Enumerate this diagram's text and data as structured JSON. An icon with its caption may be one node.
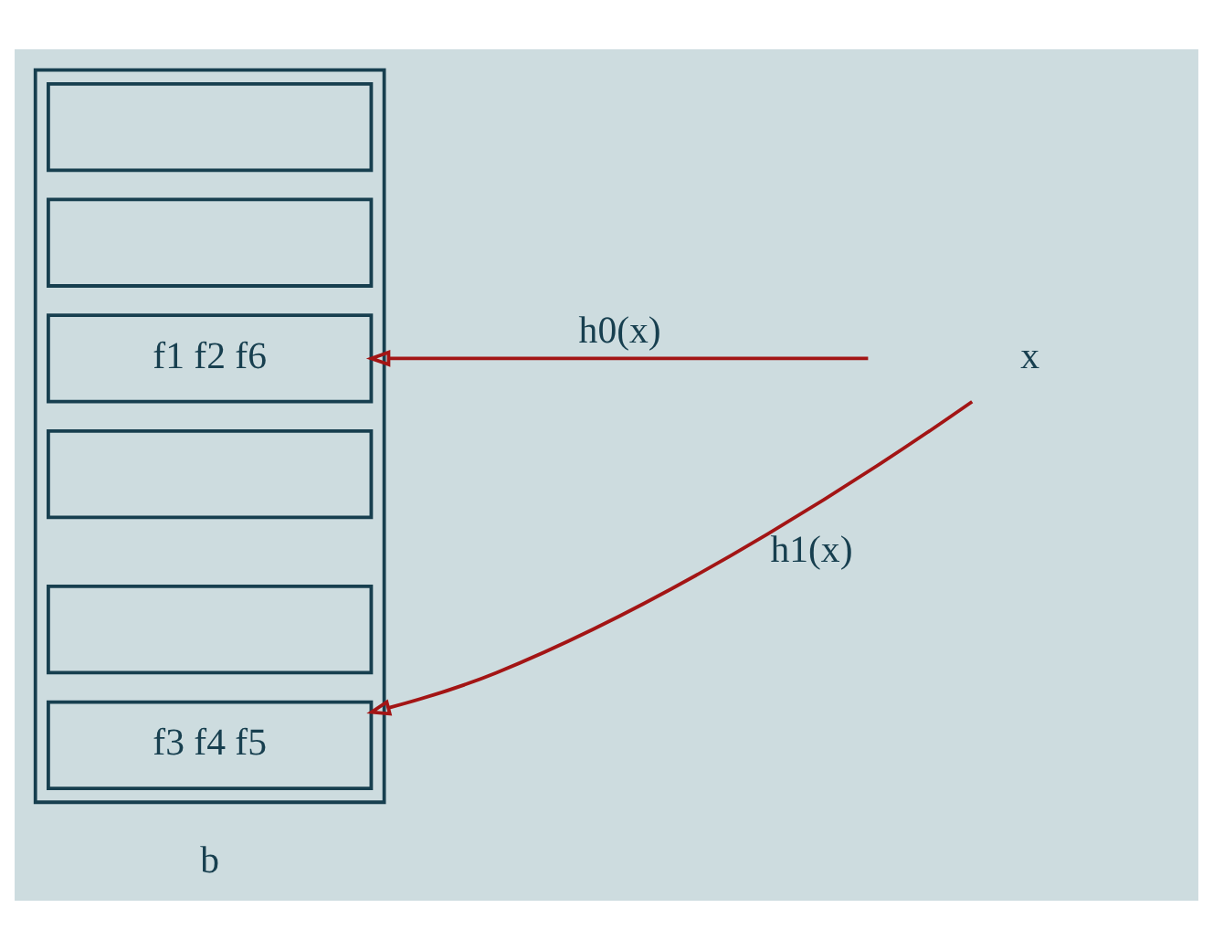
{
  "diagram": {
    "nodes": [
      {
        "text": [
          "x"
        ]
      },
      {
        "text": [],
        "shape": "box"
      },
      {
        "text": [],
        "shape": "box",
        "in": 1
      },
      {
        "text": [],
        "shape": "box",
        "in": 1
      },
      {
        "text": [
          "f1 f2 f6"
        ],
        "in": 1
      },
      {
        "text": [],
        "shape": "box",
        "in": 1
      },
      {
        "text": [],
        "shape": "box",
        "in": 1
      },
      {
        "text": [
          "f3 f4 f5"
        ],
        "in": 1
      }
    ],
    "edges": [
      {
        "from": 0,
        "to": 4,
        "arrow": "to",
        "label": "h0(x)",
        "color": "#a31515"
      },
      {
        "from": 0,
        "to": 7,
        "arrow": "to",
        "label": "h1(x)",
        "color": "#a31515"
      }
    ],
    "labels": [
      "b"
    ]
  }
}
